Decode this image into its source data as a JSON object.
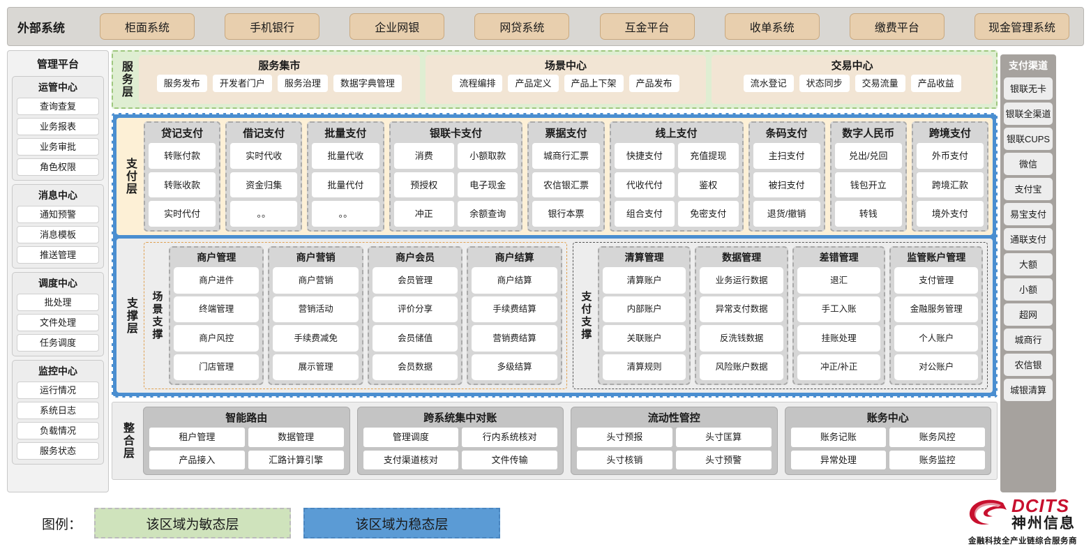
{
  "external": {
    "title": "外部系统",
    "items": [
      "柜面系统",
      "手机银行",
      "企业网银",
      "网贷系统",
      "互金平台",
      "收单系统",
      "缴费平台",
      "现金管理系统"
    ]
  },
  "management_platform": {
    "title": "管理平台",
    "groups": [
      {
        "title": "运管中心",
        "items": [
          "查询查复",
          "业务报表",
          "业务审批",
          "角色权限"
        ]
      },
      {
        "title": "消息中心",
        "items": [
          "通知预警",
          "消息模板",
          "推送管理"
        ]
      },
      {
        "title": "调度中心",
        "items": [
          "批处理",
          "文件处理",
          "任务调度"
        ]
      },
      {
        "title": "监控中心",
        "items": [
          "运行情况",
          "系统日志",
          "负载情况",
          "服务状态"
        ]
      }
    ]
  },
  "payment_channels": {
    "title": "支付渠道",
    "items": [
      "银联无卡",
      "银联全渠道",
      "银联CUPS",
      "微信",
      "支付宝",
      "易宝支付",
      "通联支付",
      "大额",
      "小额",
      "超网",
      "城商行",
      "农信银",
      "城银清算"
    ]
  },
  "service_layer": {
    "label": "服务层",
    "boxes": [
      {
        "title": "服务集市",
        "items": [
          "服务发布",
          "开发者门户",
          "服务治理",
          "数据字典管理"
        ]
      },
      {
        "title": "场景中心",
        "items": [
          "流程编排",
          "产品定义",
          "产品上下架",
          "产品发布"
        ]
      },
      {
        "title": "交易中心",
        "items": [
          "流水登记",
          "状态同步",
          "交易流量",
          "产品收益"
        ]
      }
    ]
  },
  "payment_layer": {
    "label": "支付层",
    "groups": [
      {
        "title": "贷记支付",
        "cols": 1,
        "items": [
          [
            "转账付款",
            "转账收款",
            "实时代付"
          ]
        ]
      },
      {
        "title": "借记支付",
        "cols": 1,
        "items": [
          [
            "实时代收",
            "资金归集",
            "。。"
          ]
        ]
      },
      {
        "title": "批量支付",
        "cols": 1,
        "items": [
          [
            "批量代收",
            "批量代付",
            "。。"
          ]
        ]
      },
      {
        "title": "银联卡支付",
        "cols": 2,
        "items": [
          [
            "消费",
            "预授权",
            "冲正"
          ],
          [
            "小额取款",
            "电子现金",
            "余额查询"
          ]
        ]
      },
      {
        "title": "票据支付",
        "cols": 1,
        "items": [
          [
            "城商行汇票",
            "农信银汇票",
            "银行本票"
          ]
        ]
      },
      {
        "title": "线上支付",
        "cols": 2,
        "items": [
          [
            "快捷支付",
            "代收代付",
            "组合支付"
          ],
          [
            "充值提现",
            "鉴权",
            "免密支付"
          ]
        ]
      },
      {
        "title": "条码支付",
        "cols": 1,
        "items": [
          [
            "主扫支付",
            "被扫支付",
            "退货/撤销"
          ]
        ]
      },
      {
        "title": "数字人民币",
        "cols": 1,
        "items": [
          [
            "兑出/兑回",
            "钱包开立",
            "转钱"
          ]
        ]
      },
      {
        "title": "跨境支付",
        "cols": 1,
        "items": [
          [
            "外币支付",
            "跨境汇款",
            "境外支付"
          ]
        ]
      }
    ]
  },
  "support_layer": {
    "label": "支撑层",
    "blocks": [
      {
        "sublabel": "场景支撑",
        "groups": [
          {
            "title": "商户管理",
            "items": [
              "商户进件",
              "终端管理",
              "商户风控",
              "门店管理"
            ]
          },
          {
            "title": "商户营销",
            "items": [
              "商户营销",
              "营销活动",
              "手续费减免",
              "展示管理"
            ]
          },
          {
            "title": "商户会员",
            "items": [
              "会员管理",
              "评价分享",
              "会员储值",
              "会员数据"
            ]
          },
          {
            "title": "商户结算",
            "items": [
              "商户结算",
              "手续费结算",
              "营销费结算",
              "多级结算"
            ]
          }
        ]
      },
      {
        "sublabel": "支付支撑",
        "groups": [
          {
            "title": "清算管理",
            "items": [
              "清算账户",
              "内部账户",
              "关联账户",
              "清算规则"
            ]
          },
          {
            "title": "数据管理",
            "items": [
              "业务运行数据",
              "异常支付数据",
              "反洗钱数据",
              "风险账户数据"
            ]
          },
          {
            "title": "差错管理",
            "items": [
              "退汇",
              "手工入账",
              "挂账处理",
              "冲正/补正"
            ]
          },
          {
            "title": "监管账户管理",
            "items": [
              "支付管理",
              "金融服务管理",
              "个人账户",
              "对公账户"
            ]
          }
        ]
      }
    ]
  },
  "integration_layer": {
    "label": "整合层",
    "groups": [
      {
        "title": "智能路由",
        "items": [
          "租户管理",
          "数据管理",
          "产品接入",
          "汇路计算引擎"
        ]
      },
      {
        "title": "跨系统集中对账",
        "items": [
          "管理调度",
          "行内系统核对",
          "支付渠道核对",
          "文件传输"
        ]
      },
      {
        "title": "流动性管控",
        "items": [
          "头寸预报",
          "头寸匡算",
          "头寸核销",
          "头寸预警"
        ]
      },
      {
        "title": "账务中心",
        "items": [
          "账务记账",
          "账务风控",
          "异常处理",
          "账务监控"
        ]
      }
    ]
  },
  "legend": {
    "label": "图例：",
    "agile": "该区域为敏态层",
    "stable": "该区域为稳态层",
    "agile_color": "#cfe3bc",
    "stable_color": "#5b9bd5"
  },
  "logo": {
    "brand": "DCITS",
    "brand_cn": "神州信息",
    "tagline": "金融科技全产业链综合服务商",
    "color": "#c8102e"
  }
}
